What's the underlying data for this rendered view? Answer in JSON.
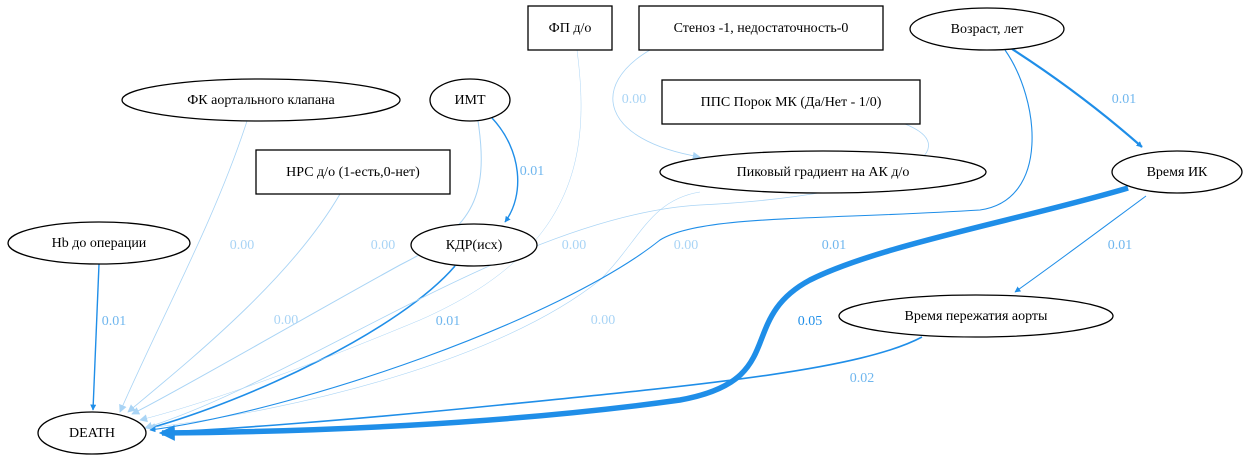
{
  "graph": {
    "target": "DEATH",
    "colors": {
      "edge": "#1f8ee8",
      "edge_faint": "#a9d4f5",
      "node_stroke": "#000000"
    },
    "nodes": [
      {
        "id": "fp",
        "label": "ФП д/о",
        "shape": "box"
      },
      {
        "id": "stenoz",
        "label": "Стеноз -1, недостаточность-0",
        "shape": "box"
      },
      {
        "id": "age",
        "label": "Возраст, лет",
        "shape": "ellipse"
      },
      {
        "id": "fk",
        "label": "ФК аортального клапана",
        "shape": "ellipse"
      },
      {
        "id": "imt",
        "label": "ИМТ",
        "shape": "ellipse"
      },
      {
        "id": "pps",
        "label": "ППС Порок МК (Да/Нет - 1/0)",
        "shape": "box"
      },
      {
        "id": "nrs",
        "label": "НРС д/о  (1-есть,0-нет)",
        "shape": "box"
      },
      {
        "id": "grad",
        "label": "Пиковый градиент на АК д/о",
        "shape": "ellipse"
      },
      {
        "id": "ik",
        "label": "Время ИК",
        "shape": "ellipse"
      },
      {
        "id": "hb",
        "label": "Hb до операции",
        "shape": "ellipse"
      },
      {
        "id": "kdr",
        "label": "КДР(исх)",
        "shape": "ellipse"
      },
      {
        "id": "clamp",
        "label": "Время пережатия аорты",
        "shape": "ellipse"
      },
      {
        "id": "death",
        "label": "DEATH",
        "shape": "ellipse"
      }
    ],
    "edges": [
      {
        "from": "hb",
        "to": "death",
        "weight": "0.01"
      },
      {
        "from": "fk",
        "to": "death",
        "weight": "0.00"
      },
      {
        "from": "nrs",
        "to": "death",
        "weight": "0.00"
      },
      {
        "from": "imt",
        "to": "death",
        "weight": "0.00"
      },
      {
        "from": "imt",
        "to": "kdr",
        "weight": "0.01"
      },
      {
        "from": "kdr",
        "to": "death",
        "weight": "0.01"
      },
      {
        "from": "fp",
        "to": "death",
        "weight": "0.00"
      },
      {
        "from": "stenoz",
        "to": "grad",
        "weight": "0.00"
      },
      {
        "from": "pps",
        "to": "death",
        "weight": "0.00"
      },
      {
        "from": "grad",
        "to": "death",
        "weight": "0.00"
      },
      {
        "from": "age",
        "to": "death",
        "weight": "0.01"
      },
      {
        "from": "age",
        "to": "ik",
        "weight": "0.01"
      },
      {
        "from": "ik",
        "to": "death",
        "weight": "0.05"
      },
      {
        "from": "ik",
        "to": "clamp",
        "weight": "0.01"
      },
      {
        "from": "clamp",
        "to": "death",
        "weight": "0.02"
      }
    ]
  }
}
